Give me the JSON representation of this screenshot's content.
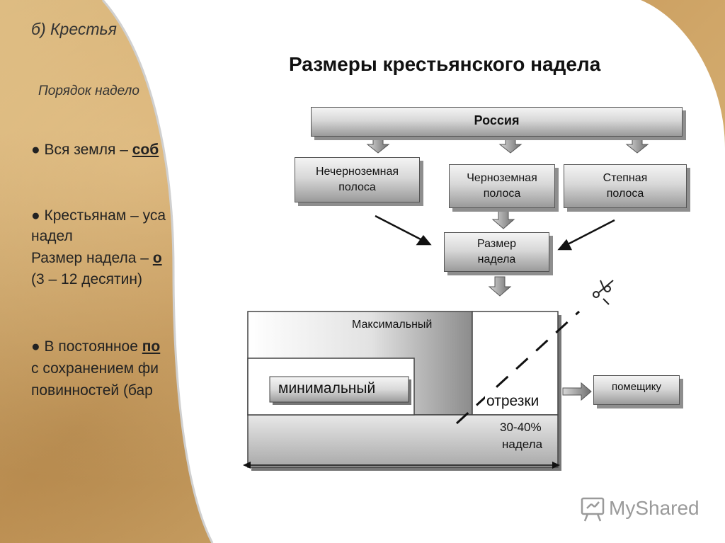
{
  "left": {
    "heading": "б) Крестья",
    "sub": "Порядок надело",
    "b1_pre": "● Вся земля – ",
    "b1_u": "соб",
    "b2_l1": "● Крестьянам – уса",
    "b2_l2": "надел",
    "b2_l3_pre": "Размер надела – ",
    "b2_l3_u": "о",
    "b2_l4": "(3 – 12 десятин)",
    "b3_pre": "● В постоянное ",
    "b3_u": "по",
    "b3_l2": "с сохранением фи",
    "b3_l3": "повинностей (бар"
  },
  "diagram": {
    "title": "Размеры крестьянского надела",
    "russia": "Россия",
    "non_black": "Нечерноземная полоса",
    "black": "Черноземная полоса",
    "steppe": "Степная полоса",
    "size": "Размер надела",
    "maximal": "Максимальный",
    "minimal": "минимальный",
    "cuts": "отрезки",
    "percent": "30-40%",
    "percent2": "надела",
    "to_landlord": "помещику",
    "scissors": "scissors-icon"
  },
  "watermark": {
    "text": "MyShared"
  },
  "colors": {
    "parchment": "#c99b5c",
    "panel": "#ffffff",
    "box_top": "#f4f4f4",
    "box_bottom": "#9a9a9a"
  }
}
